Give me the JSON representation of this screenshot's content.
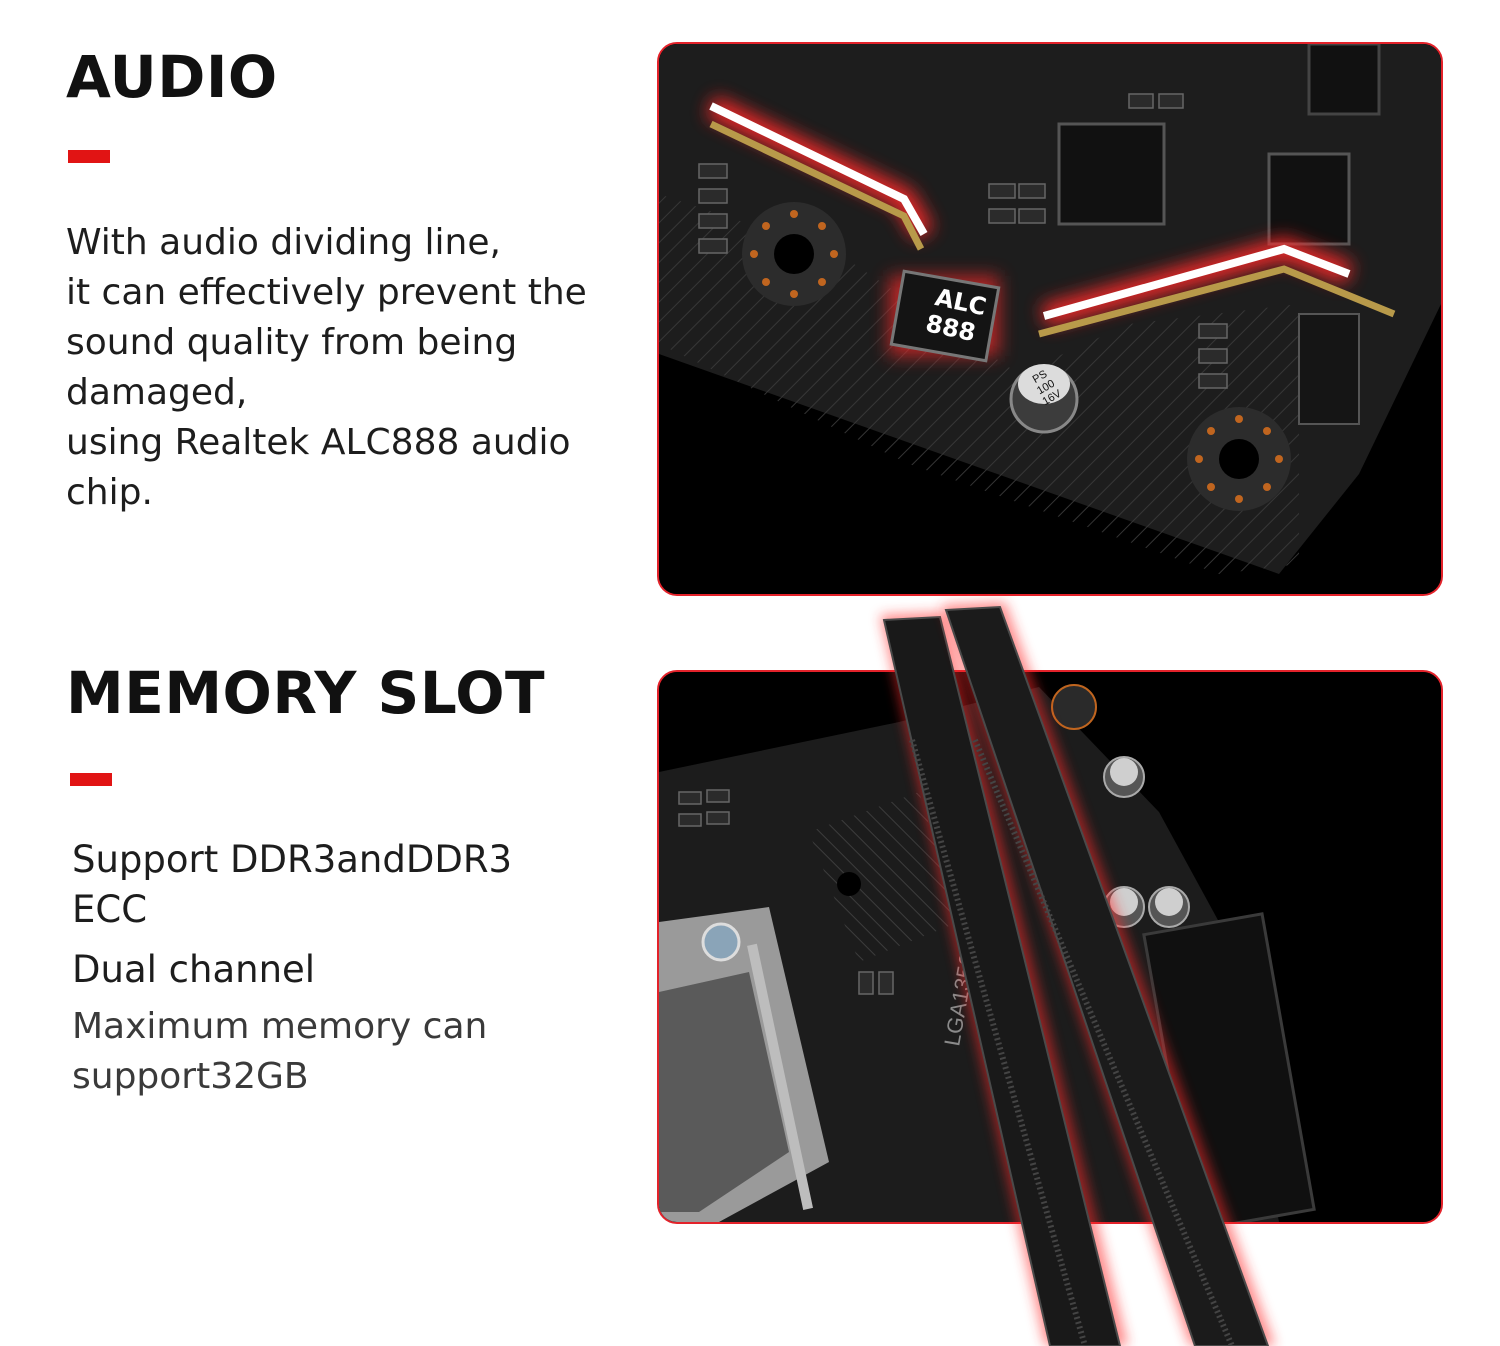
{
  "audio": {
    "title": "AUDIO",
    "description_lines": [
      "With audio dividing line,",
      "it can effectively prevent the",
      "sound quality from being",
      "damaged,",
      "using Realtek ALC888 audio",
      "chip."
    ],
    "chip_label_top": "ALC",
    "chip_label_bottom": "888",
    "capacitor_label": [
      "PS",
      "100",
      "16V"
    ]
  },
  "memory": {
    "title": "MEMORY SLOT",
    "lines": [
      "Support DDR3andDDR3",
      "ECC",
      "Dual channel",
      "Maximum memory can",
      "support32GB"
    ],
    "socket_label": "LGA1356"
  },
  "colors": {
    "accent": "#e11414",
    "panel_border": "#e3222a",
    "board": "#1b1b1b",
    "glow": "#ff2a2a",
    "gold": "#b89a4a"
  }
}
